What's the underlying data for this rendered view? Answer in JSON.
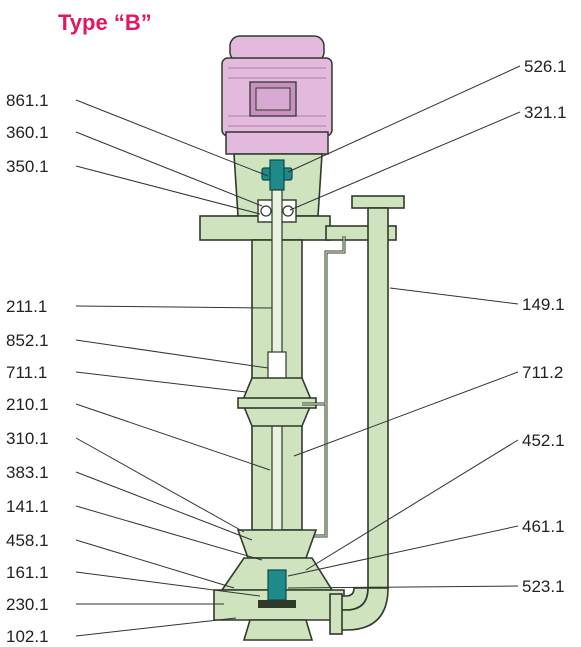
{
  "title": "Type “B”",
  "colors": {
    "title": "#e2185b",
    "motor": "#e3b9de",
    "motor_dark": "#c98fc2",
    "pump_body": "#cfe3bf",
    "coupling": "#1f8a8a",
    "outline": "#2e3a2a"
  },
  "labels_left": [
    "861.1",
    "360.1",
    "350.1",
    "211.1",
    "852.1",
    "711.1",
    "210.1",
    "310.1",
    "383.1",
    "141.1",
    "458.1",
    "161.1",
    "230.1",
    "102.1"
  ],
  "labels_right": [
    "526.1",
    "321.1",
    "149.1",
    "711.2",
    "452.1",
    "461.1",
    "523.1"
  ]
}
